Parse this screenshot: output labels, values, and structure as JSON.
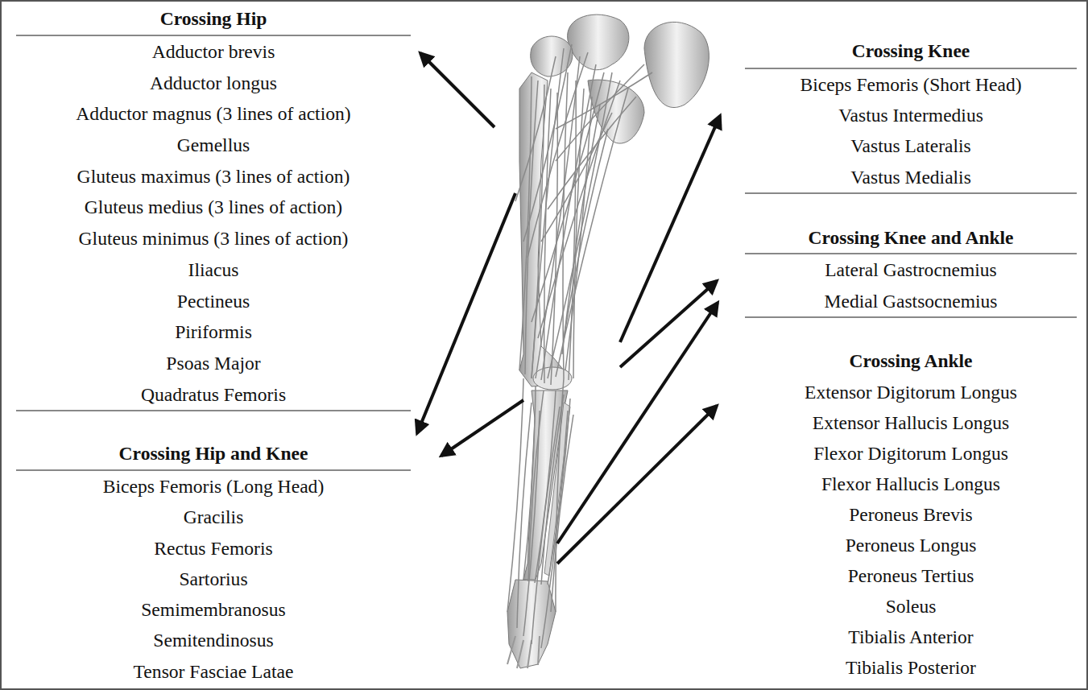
{
  "diagram": {
    "nodes": [
      {
        "text": [
          "Crossing Hip",
          "Adductor brevis",
          "Adductor longus",
          "Adductor magnus (3 lines of action)",
          "Gemellus",
          "Gluteus maximus (3 lines of action)",
          "Gluteus medius (3 lines of action)",
          "Gluteus minimus (3 lines of action)",
          "Iliacus",
          "Pectineus",
          "Piriformis",
          "Psoas Major",
          "Quadratus Femoris"
        ]
      },
      {
        "text": [
          "Crossing Hip and Knee",
          "Biceps Femoris (Long Head)",
          "Gracilis",
          "Rectus Femoris",
          "Sartorius",
          "Semimembranosus",
          "Semitendinosus",
          "Tensor Fasciae Latae"
        ]
      },
      {
        "text": [
          "Crossing Knee",
          "Biceps Femoris (Short Head)",
          "Vastus Intermedius",
          "Vastus Lateralis",
          "Vastus Medialis"
        ]
      },
      {
        "text": [
          "Crossing Knee and Ankle",
          "Lateral Gastrocnemius",
          "Medial Gastsocnemius"
        ]
      },
      {
        "text": [
          "Crossing Ankle",
          "Extensor Digitorum Longus",
          "Extensor Hallucis Longus",
          "Flexor Digitorum Longus",
          "Flexor Hallucis Longus",
          "Peroneus Brevis",
          "Peroneus Longus",
          "Peroneus Tertius",
          "Soleus",
          "Tibialis Anterior",
          "Tibialis Posterior"
        ]
      }
    ]
  }
}
